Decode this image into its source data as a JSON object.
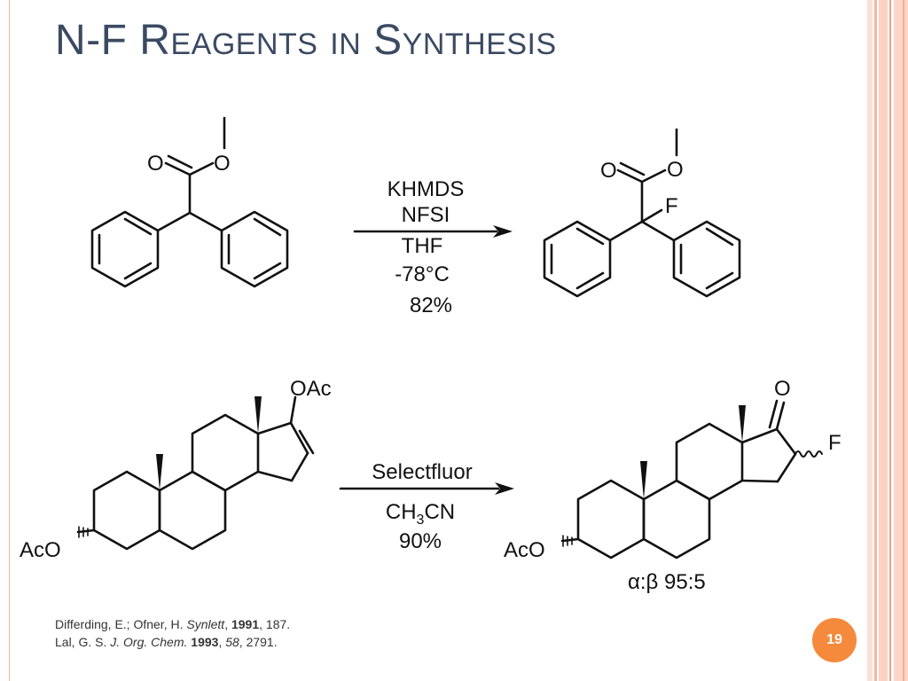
{
  "slide": {
    "title": "N-F Reagents in Synthesis",
    "page_number": "19"
  },
  "reaction1": {
    "conditions": [
      "KHMDS",
      "NFSI",
      "THF",
      "-78°C",
      "82%"
    ],
    "reactant_atoms": {
      "carbonyl_o": "O",
      "ester_o": "O"
    },
    "product_atoms": {
      "carbonyl_o": "O",
      "ester_o": "O",
      "fluorine": "F"
    }
  },
  "reaction2": {
    "reagent": "Selectfluor",
    "solvent_prefix": "CH",
    "solvent_sub": "3",
    "solvent_suffix": "CN",
    "yield": "90%",
    "reactant_atoms": {
      "enol_acetate": "OAc",
      "acetate": "AcO"
    },
    "product_atoms": {
      "ketone_o": "O",
      "fluorine": "F",
      "acetate": "AcO"
    },
    "selectivity": "α:β 95:5"
  },
  "references": [
    {
      "authors": "Differding, E.; Ofner, H. ",
      "journal": "Synlett",
      "sep1": ", ",
      "year": "1991",
      "rest": ", 187."
    },
    {
      "authors": "Lal, G. S. ",
      "journal": "J. Org. Chem.",
      "sep1": " ",
      "year": "1993",
      "sep2": ", ",
      "volume": "58",
      "rest": ", 2791."
    }
  ],
  "colors": {
    "title": "#3b4a62",
    "badge": "#f58a3d",
    "stripe_light": "#fbd6c6",
    "stripe_dark": "#f29f84"
  }
}
